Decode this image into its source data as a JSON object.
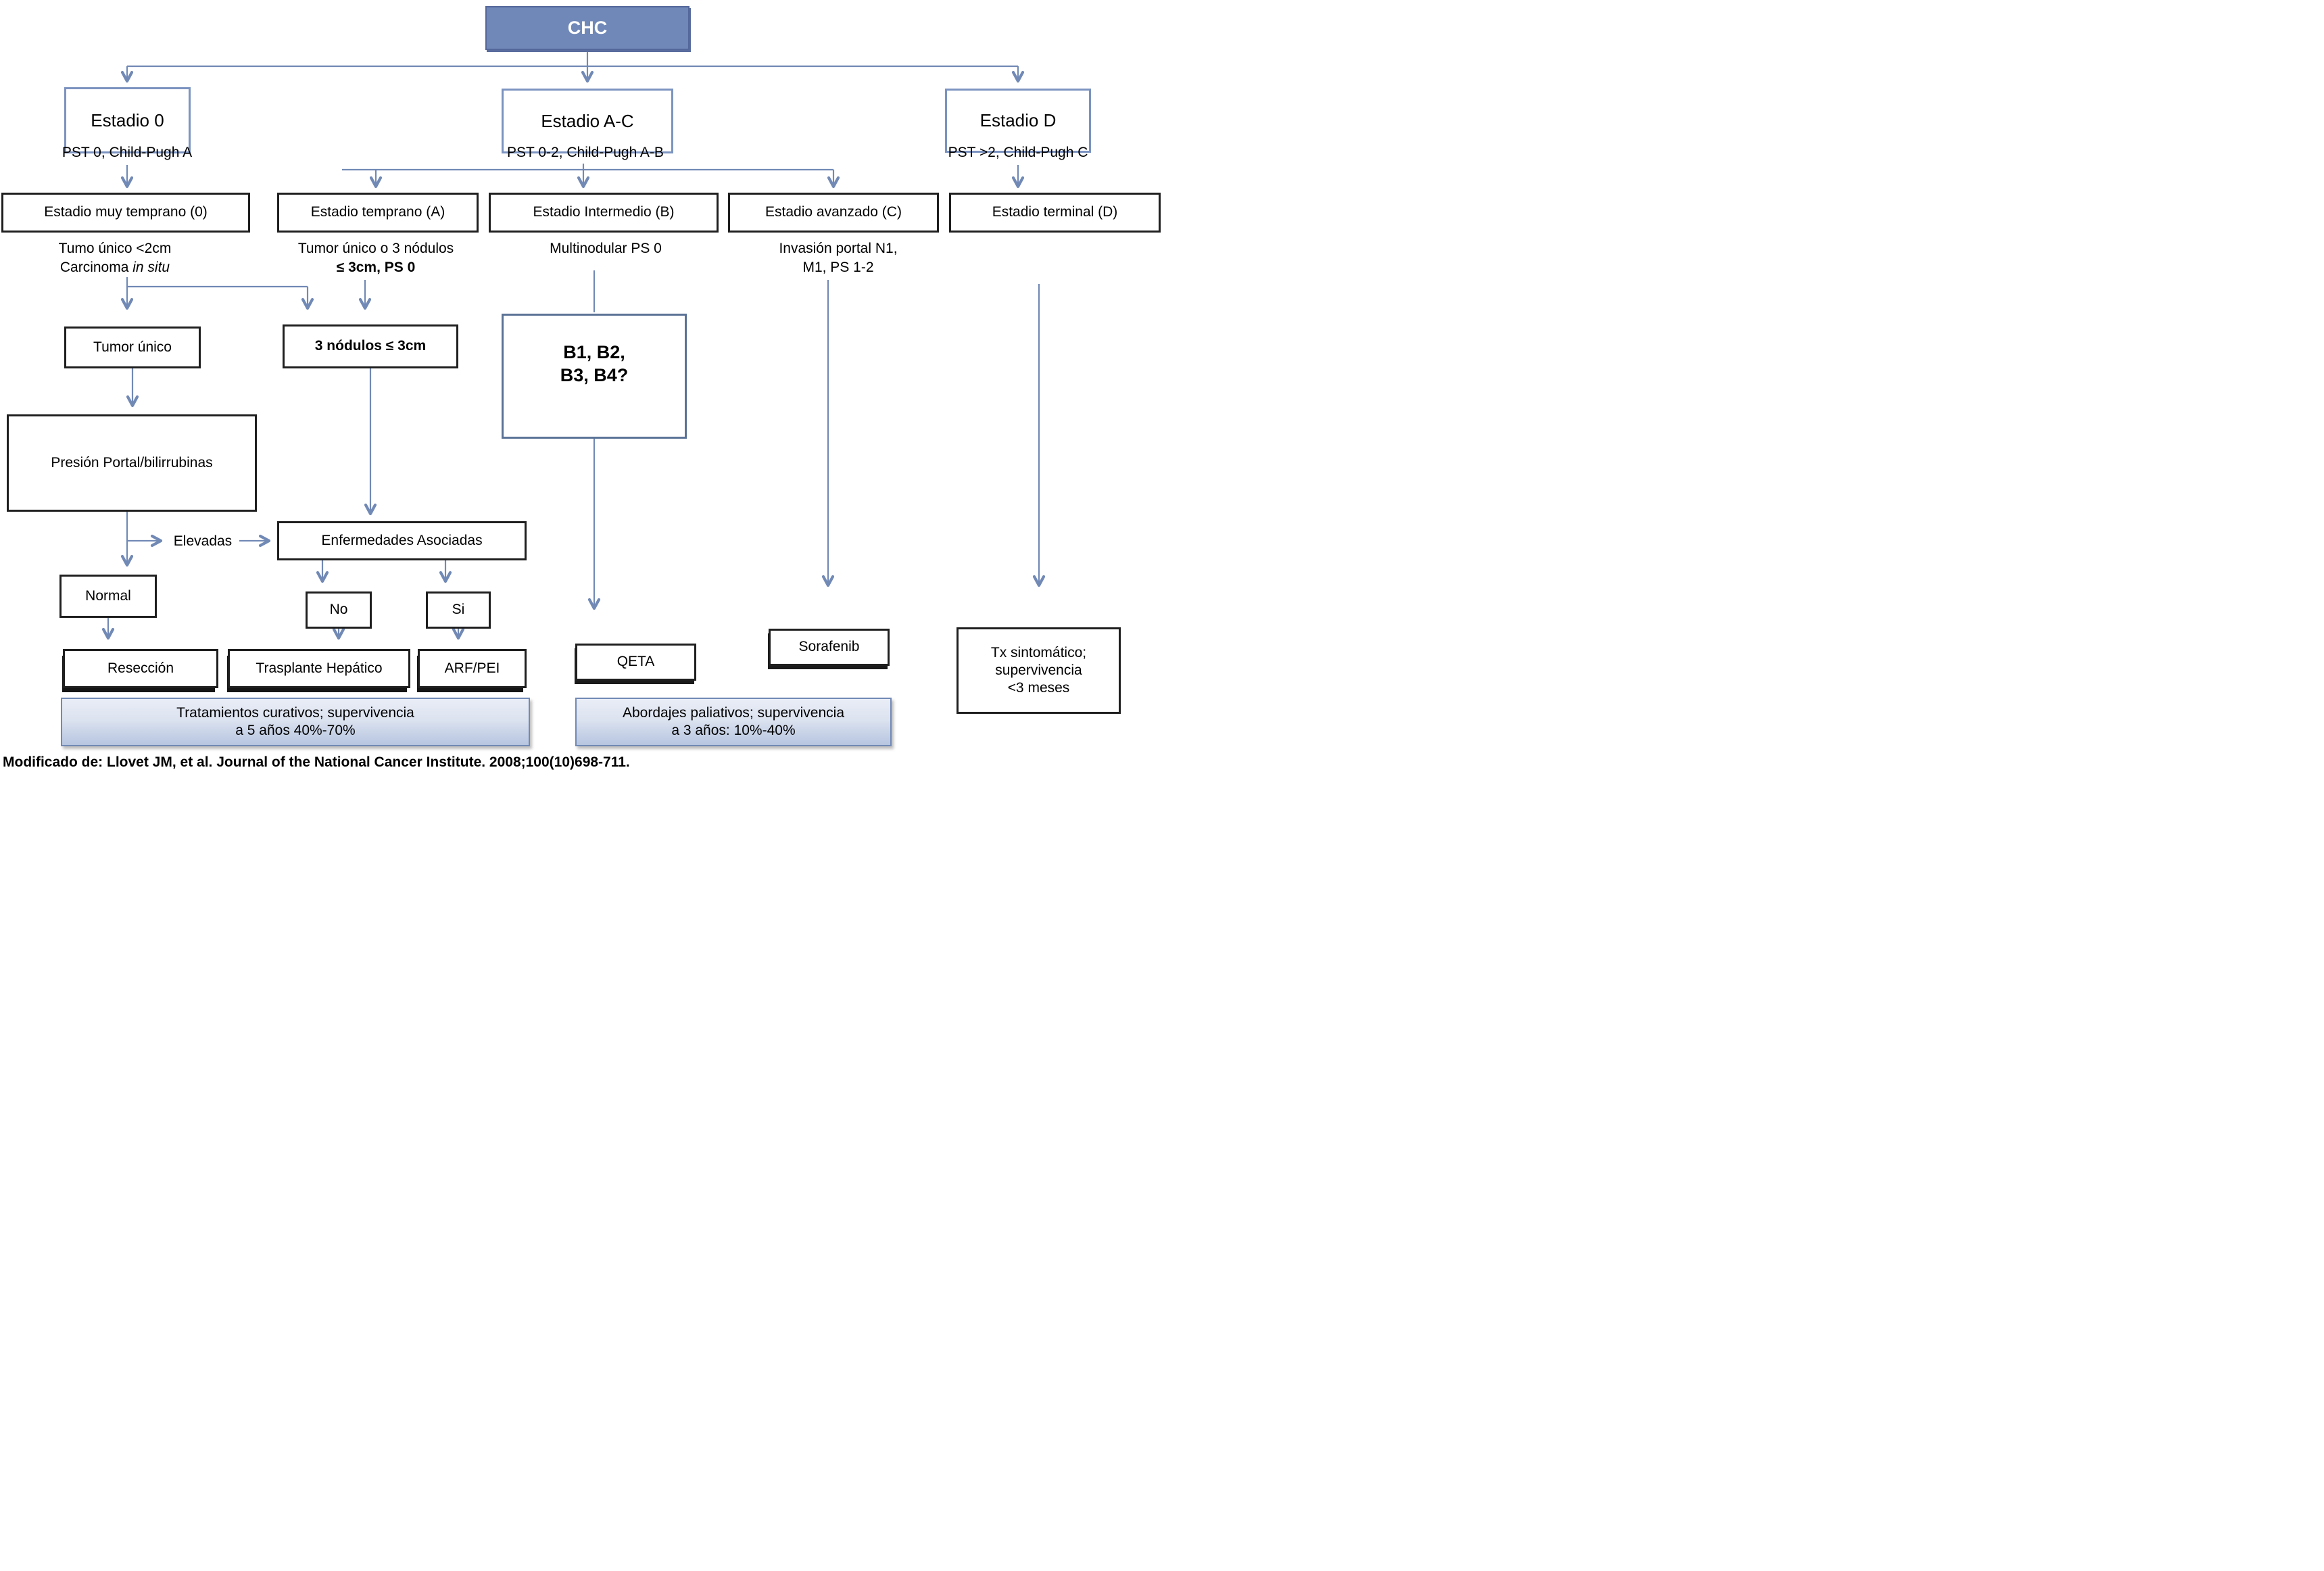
{
  "nodes": {
    "chc": "CHC",
    "estadio0": "Estadio 0",
    "estadioAC": "Estadio A-C",
    "estadioD": "Estadio D",
    "pst0": "PST 0, Child-Pugh A",
    "pstAC": "PST 0-2, Child-Pugh A-B",
    "pstD": "PST >2, Child-Pugh C",
    "muyTemprano": "Estadio muy temprano (0)",
    "tempranoA": "Estadio temprano (A)",
    "intermedioB": "Estadio Intermedio (B)",
    "avanzadoC": "Estadio avanzado (C)",
    "terminalD": "Estadio terminal (D)",
    "sub0_line1": "Tumo único <2cm",
    "sub0_line2_text": "Carcinoma ",
    "sub0_line2_italic": "in situ",
    "subA_line1": "Tumor único o 3 nódulos",
    "subA_line2": "≤ 3cm, PS 0",
    "subB": "Multinodular PS 0",
    "subC": "Invasión portal N1,\nM1, PS 1-2",
    "tumorUnico": "Tumor único",
    "nodulos": "3 nódulos ≤ 3cm",
    "presion": "Presión Portal/bilirrubinas",
    "elevadas": "Elevadas",
    "enfermedades": "Enfermedades Asociadas",
    "normal": "Normal",
    "no": "No",
    "si": "Si",
    "b1": "B1, B2,\nB3, B4?",
    "reseccion": "Resección",
    "trasplante": "Trasplante Hepático",
    "arfpei": "ARF/PEI",
    "qeta": "QETA",
    "sorafenib": "Sorafenib",
    "tx": "Tx sintomático;\nsupervivencia\n<3 meses",
    "curativos": "Tratamientos curativos; supervivencia\na 5 años 40%-70%",
    "paliativos": "Abordajes paliativos; supervivencia\na 3 años: 10%-40%"
  },
  "caption": "Modificado de: Llovet JM, et al. Journal of the National Cancer Institute. 2008;100(10)698-711.",
  "colors": {
    "arrow": "#7189b5",
    "chc_fill": "#7088b8",
    "header_border": "#7b93c0",
    "box_border": "#1f1f1f",
    "gradient_top": "#e9edf6",
    "gradient_bottom": "#b7c5e0"
  }
}
